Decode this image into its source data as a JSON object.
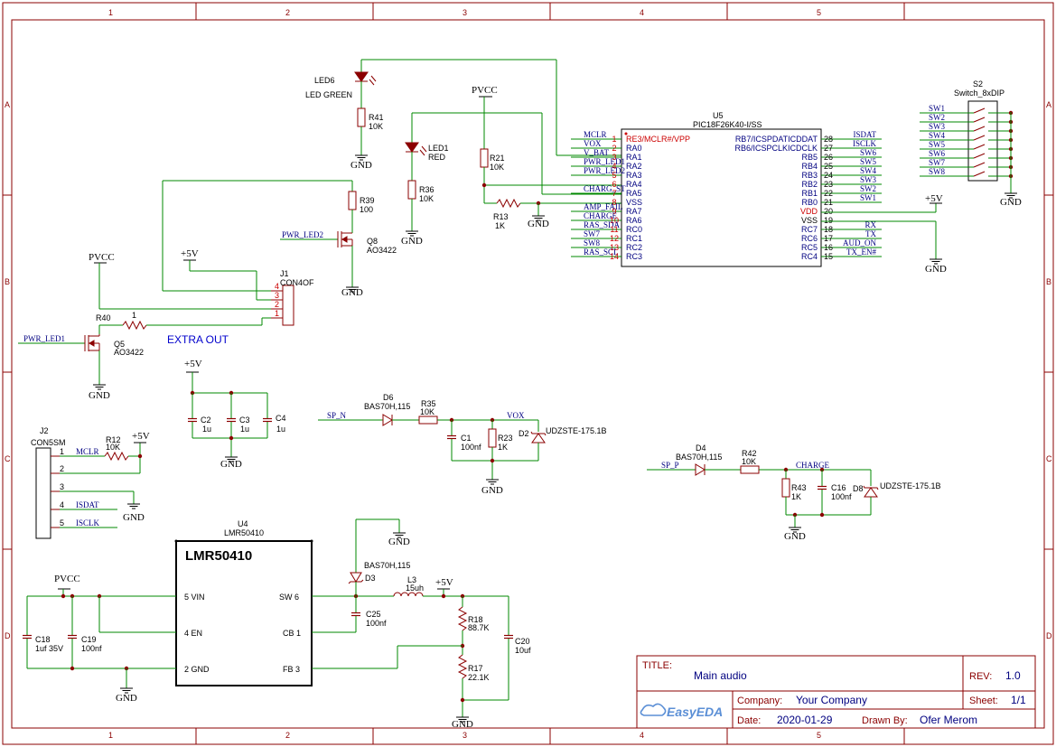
{
  "frame": {
    "columns": [
      "1",
      "2",
      "3",
      "4",
      "5"
    ],
    "rows": [
      "A",
      "B",
      "C",
      "D"
    ]
  },
  "power": {
    "pvcc": "PVCC",
    "p5v": "+5V",
    "gnd": "GND"
  },
  "leds": {
    "led6": {
      "ref": "LED6",
      "value": "LED GREEN"
    },
    "led1": {
      "ref": "LED1",
      "value": "RED"
    }
  },
  "resistors": {
    "r41": {
      "ref": "R41",
      "value": "10K"
    },
    "r21": {
      "ref": "R21",
      "value": "10K"
    },
    "r36": {
      "ref": "R36",
      "value": "10K"
    },
    "r13": {
      "ref": "R13",
      "value": "1K"
    },
    "r39": {
      "ref": "R39",
      "value": "100"
    },
    "r40": {
      "ref": "R40",
      "value": "1"
    },
    "r12": {
      "ref": "R12",
      "value": "10K"
    },
    "r35": {
      "ref": "R35",
      "value": "10K"
    },
    "r23": {
      "ref": "R23",
      "value": "1K"
    },
    "r42": {
      "ref": "R42",
      "value": "10K"
    },
    "r43": {
      "ref": "R43",
      "value": "1K"
    },
    "r18": {
      "ref": "R18",
      "value": "88.7K"
    },
    "r17": {
      "ref": "R17",
      "value": "22.1K"
    }
  },
  "capacitors": {
    "c2": {
      "ref": "C2",
      "value": "1u"
    },
    "c3": {
      "ref": "C3",
      "value": "1u"
    },
    "c4": {
      "ref": "C4",
      "value": "1u"
    },
    "c1": {
      "ref": "C1",
      "value": "100nf"
    },
    "c16": {
      "ref": "C16",
      "value": "100nf"
    },
    "c25": {
      "ref": "C25",
      "value": "100nf"
    },
    "c18": {
      "ref": "C18",
      "value": "1uf 35V"
    },
    "c19": {
      "ref": "C19",
      "value": "100nf"
    },
    "c20": {
      "ref": "C20",
      "value": "10uf"
    }
  },
  "transistors": {
    "q8": {
      "ref": "Q8",
      "value": "AO3422"
    },
    "q5": {
      "ref": "Q5",
      "value": "AO3422"
    }
  },
  "diodes": {
    "d6": {
      "ref": "D6",
      "value": "BAS70H,115"
    },
    "d4": {
      "ref": "D4",
      "value": "BAS70H,115"
    },
    "d3": {
      "ref": "D3",
      "value": "BAS70H,115"
    },
    "d2": {
      "ref": "D2",
      "value": "UDZSTE-175.1B"
    },
    "d8": {
      "ref": "D8",
      "value": "UDZSTE-175.1B"
    }
  },
  "inductor": {
    "ref": "L3",
    "value": "15uh"
  },
  "connectors": {
    "j1": {
      "ref": "J1",
      "value": "CON4OF",
      "pins": [
        "4",
        "3",
        "2",
        "1"
      ]
    },
    "j2": {
      "ref": "J2",
      "value": "CON5SM",
      "pins": [
        "1",
        "2",
        "3",
        "4",
        "5"
      ]
    }
  },
  "extra_out": "EXTRA OUT",
  "nets": {
    "pwr_led2": "PWR_LED2",
    "pwr_led1": "PWR_LED1",
    "mclr": "MCLR",
    "isdat": "ISDAT",
    "isclk": "ISCLK",
    "sp_n": "SP_N",
    "sp_p": "SP_P",
    "vox": "VOX",
    "charge": "CHARGE"
  },
  "u5": {
    "ref": "U5",
    "value": "PIC18F26K40-I/SS",
    "left_nets": [
      "MCLR",
      "VOX",
      "V_BAT",
      "PWR_LED1",
      "PWR_LED2",
      "",
      "CHARG_ST",
      "",
      "AMP_FAIL",
      "CHARGE",
      "RAS_SDA",
      "SW7",
      "SW8",
      "RAS_SCL"
    ],
    "left_nums": [
      "1",
      "2",
      "3",
      "4",
      "5",
      "6",
      "7",
      "8",
      "9",
      "10",
      "11",
      "12",
      "13",
      "14"
    ],
    "left_names": [
      "RE3/MCLR#/VPP",
      "RA0",
      "RA1",
      "RA2",
      "RA3",
      "RA4",
      "RA5",
      "VSS",
      "RA7",
      "RA6",
      "RC0",
      "RC1",
      "RC2",
      "RC3"
    ],
    "right_names": [
      "RB7/ICSPDATICDDAT",
      "RB6/ICSPCLKICDCLK",
      "RB5",
      "RB4",
      "RB3",
      "RB2",
      "RB1",
      "RB0",
      "VDD",
      "VSS",
      "RC7",
      "RC6",
      "RC5",
      "RC4"
    ],
    "right_nums": [
      "28",
      "27",
      "26",
      "25",
      "24",
      "23",
      "22",
      "21",
      "20",
      "19",
      "18",
      "17",
      "16",
      "15"
    ],
    "right_nets": [
      "ISDAT",
      "ISCLK",
      "SW6",
      "SW5",
      "SW4",
      "SW3",
      "SW2",
      "SW1",
      "",
      "",
      "RX",
      "TX",
      "AUD_ON",
      "TX_EN#"
    ]
  },
  "j2_nets": [
    "MCLR",
    "",
    "",
    "ISDAT",
    "ISCLK"
  ],
  "s2": {
    "ref": "S2",
    "value": "Switch_8xDIP",
    "nets": [
      "SW1",
      "SW2",
      "SW3",
      "SW4",
      "SW5",
      "SW6",
      "SW7",
      "SW8"
    ]
  },
  "u4": {
    "ref": "U4",
    "value": "LMR50410",
    "big_label": "LMR50410",
    "left_pins": [
      "5 VIN",
      "4 EN",
      "2 GND"
    ],
    "right_pins": [
      "SW 6",
      "CB 1",
      "FB 3"
    ]
  },
  "title_block": {
    "title_label": "TITLE:",
    "title": "Main audio",
    "rev_label": "REV:",
    "rev": "1.0",
    "company_label": "Company:",
    "company": "Your Company",
    "sheet_label": "Sheet:",
    "sheet": "1/1",
    "date_label": "Date:",
    "date": "2020-01-29",
    "drawn_label": "Drawn By:",
    "drawn_by": "Ofer Merom",
    "logo_text": "EasyEDA"
  }
}
